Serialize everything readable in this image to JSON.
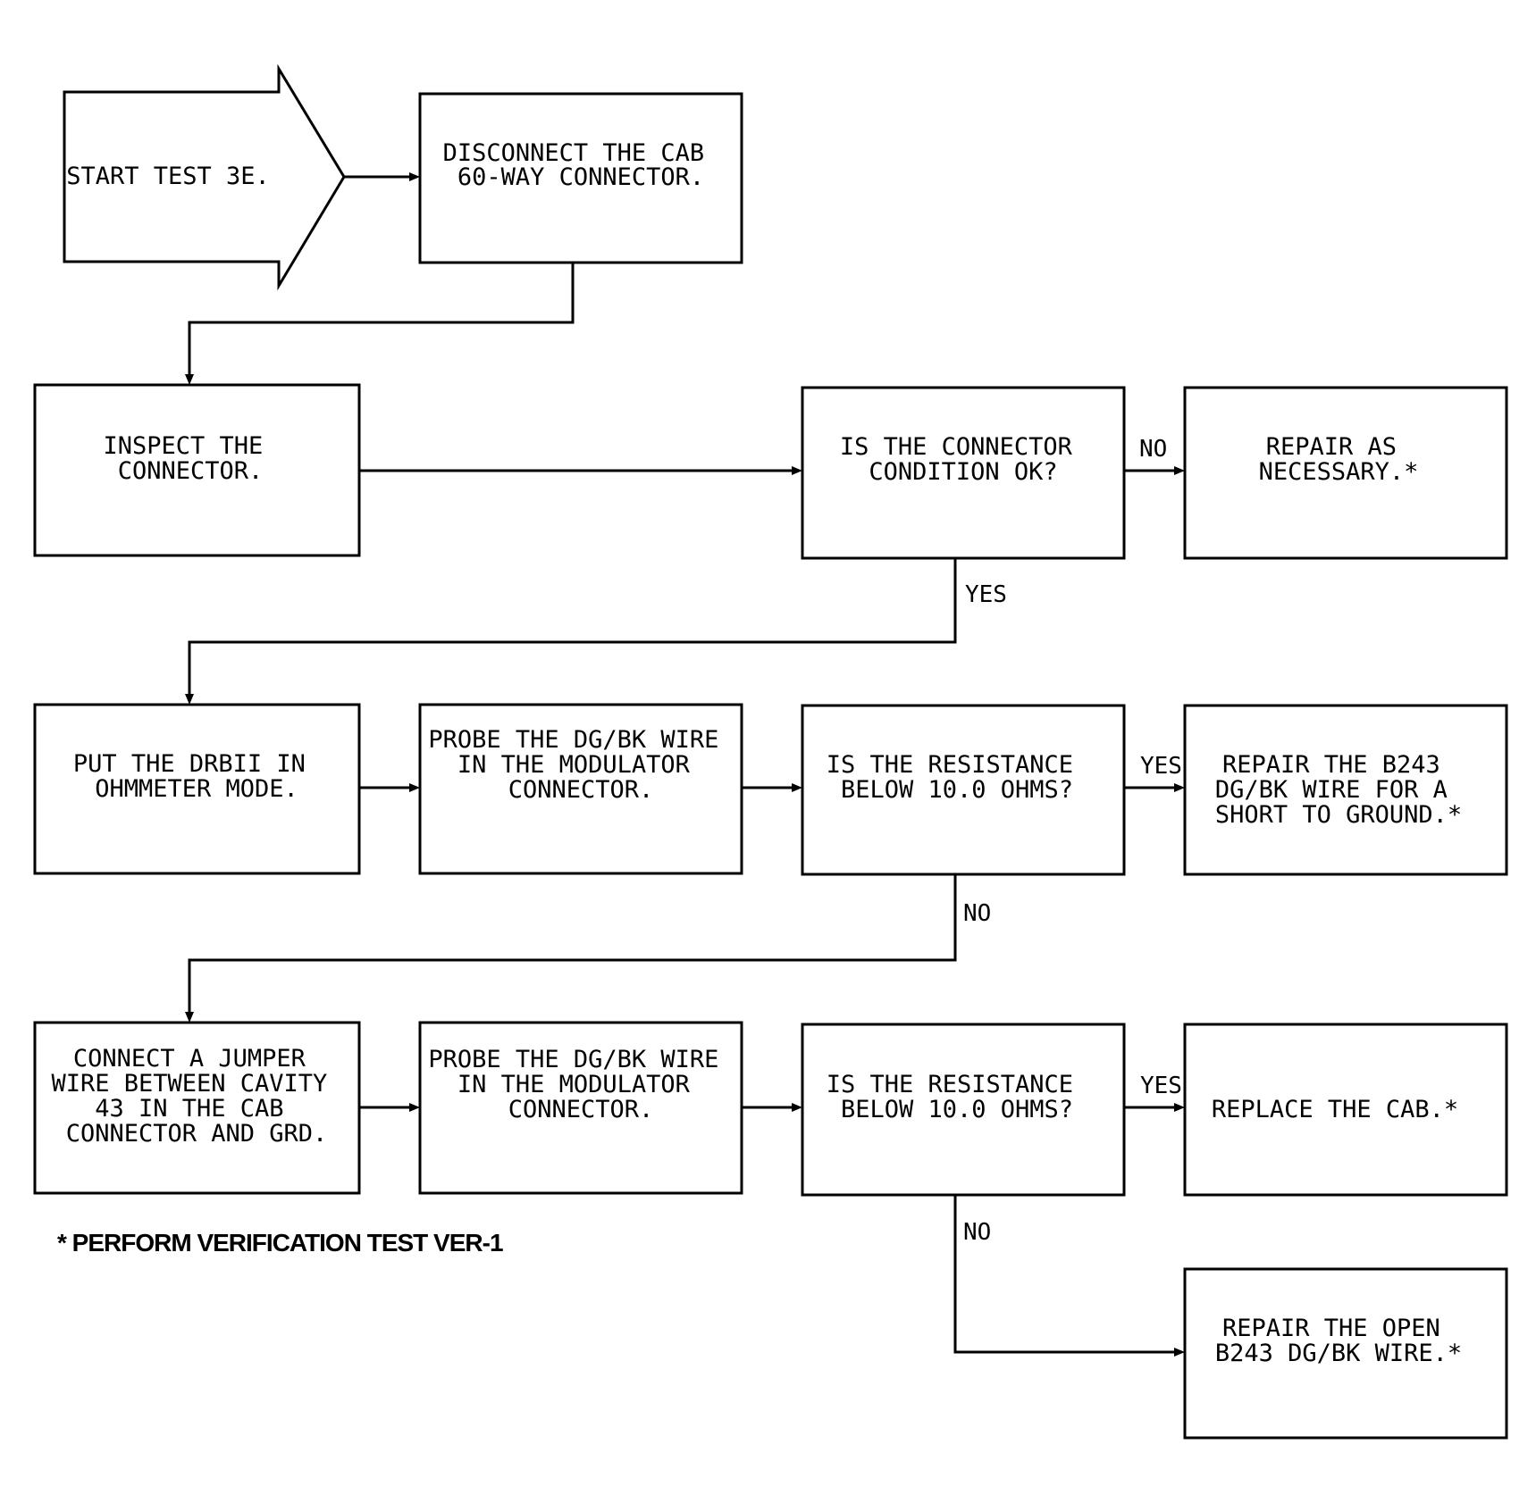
{
  "start": "START TEST 3E.",
  "disconnect": [
    "DISCONNECT THE CAB",
    "60-WAY CONNECTOR."
  ],
  "inspect": [
    "INSPECT THE",
    "CONNECTOR."
  ],
  "q_connector": [
    "IS THE CONNECTOR",
    "CONDITION OK?"
  ],
  "repair_as_necessary": [
    "REPAIR AS",
    "NECESSARY.*"
  ],
  "put_drbii": [
    "PUT THE DRBII IN",
    "OHMMETER MODE."
  ],
  "probe_1": [
    "PROBE THE DG/BK WIRE",
    "IN THE MODULATOR",
    "CONNECTOR."
  ],
  "q_resistance_1": [
    "IS THE RESISTANCE",
    "BELOW 10.0 OHMS?"
  ],
  "repair_short": [
    "REPAIR THE B243",
    "DG/BK WIRE FOR A",
    "SHORT TO GROUND.*"
  ],
  "connect_jumper": [
    "CONNECT A JUMPER",
    "WIRE BETWEEN CAVITY",
    "43 IN THE CAB",
    "CONNECTOR AND GRD."
  ],
  "probe_2": [
    "PROBE THE DG/BK WIRE",
    "IN THE MODULATOR",
    "CONNECTOR."
  ],
  "q_resistance_2": [
    "IS THE RESISTANCE",
    "BELOW 10.0 OHMS?"
  ],
  "replace_cab": [
    "REPLACE THE CAB.*"
  ],
  "repair_open": [
    "REPAIR THE OPEN",
    "B243 DG/BK WIRE.*"
  ],
  "labels": {
    "no_1": "NO",
    "yes_1": "YES",
    "yes_2": "YES",
    "no_2": "NO",
    "yes_3": "YES",
    "no_3": "NO"
  },
  "footnote": "* PERFORM VERIFICATION TEST VER-1"
}
